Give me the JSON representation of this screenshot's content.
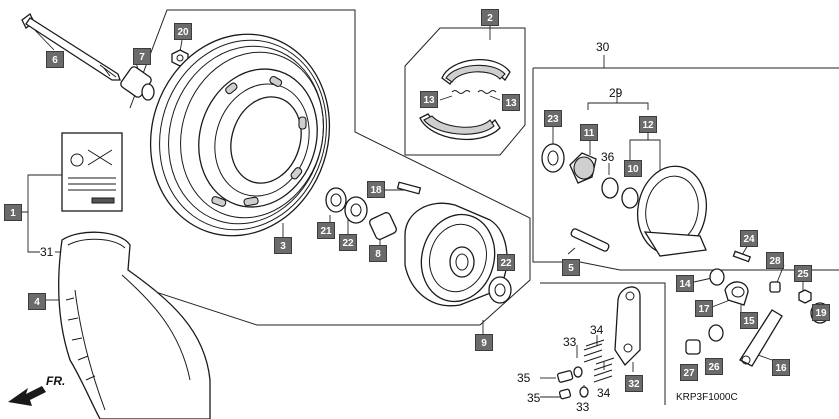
{
  "diagram_code": "KRP3F1000C",
  "direction_label": "FR.",
  "callouts": [
    {
      "id": "6",
      "label": "6"
    },
    {
      "id": "7",
      "label": "7"
    },
    {
      "id": "20",
      "label": "20"
    },
    {
      "id": "2",
      "label": "2"
    },
    {
      "id": "13a",
      "label": "13"
    },
    {
      "id": "13b",
      "label": "13"
    },
    {
      "id": "1",
      "label": "1"
    },
    {
      "id": "4",
      "label": "4"
    },
    {
      "id": "3",
      "label": "3"
    },
    {
      "id": "18",
      "label": "18"
    },
    {
      "id": "21",
      "label": "21"
    },
    {
      "id": "22a",
      "label": "22"
    },
    {
      "id": "8",
      "label": "8"
    },
    {
      "id": "22b",
      "label": "22"
    },
    {
      "id": "9",
      "label": "9"
    },
    {
      "id": "23",
      "label": "23"
    },
    {
      "id": "11",
      "label": "11"
    },
    {
      "id": "12",
      "label": "12"
    },
    {
      "id": "10",
      "label": "10"
    },
    {
      "id": "5",
      "label": "5"
    },
    {
      "id": "24",
      "label": "24"
    },
    {
      "id": "14",
      "label": "14"
    },
    {
      "id": "28",
      "label": "28"
    },
    {
      "id": "25",
      "label": "25"
    },
    {
      "id": "17",
      "label": "17"
    },
    {
      "id": "15",
      "label": "15"
    },
    {
      "id": "19",
      "label": "19"
    },
    {
      "id": "27",
      "label": "27"
    },
    {
      "id": "26",
      "label": "26"
    },
    {
      "id": "16",
      "label": "16"
    },
    {
      "id": "32",
      "label": "32"
    }
  ],
  "plain_labels": [
    {
      "id": "30",
      "label": "30"
    },
    {
      "id": "29",
      "label": "29"
    },
    {
      "id": "36",
      "label": "36"
    },
    {
      "id": "31",
      "label": "31"
    },
    {
      "id": "33a",
      "label": "33"
    },
    {
      "id": "34a",
      "label": "34"
    },
    {
      "id": "35a",
      "label": "35"
    },
    {
      "id": "35b",
      "label": "35"
    },
    {
      "id": "34b",
      "label": "34"
    },
    {
      "id": "33b",
      "label": "33"
    }
  ]
}
